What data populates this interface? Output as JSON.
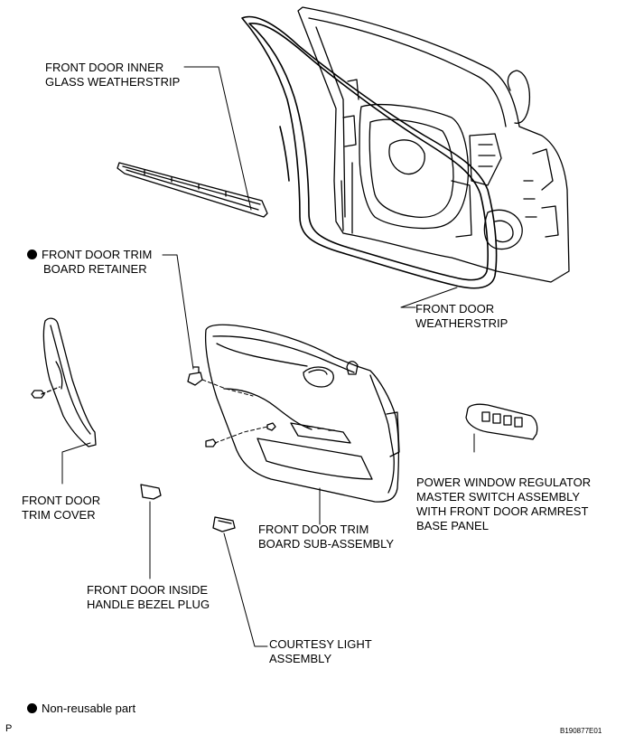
{
  "labels": {
    "inner_glass_weatherstrip": [
      "FRONT DOOR INNER",
      "GLASS WEATHERSTRIP"
    ],
    "trim_board_retainer": [
      "FRONT DOOR TRIM",
      "BOARD RETAINER"
    ],
    "door_weatherstrip": [
      "FRONT DOOR",
      "WEATHERSTRIP"
    ],
    "trim_cover": [
      "FRONT DOOR",
      "TRIM COVER"
    ],
    "power_window_switch": [
      "POWER WINDOW REGULATOR",
      "MASTER SWITCH ASSEMBLY",
      "WITH FRONT DOOR ARMREST",
      "BASE PANEL"
    ],
    "trim_board_sub_assembly": [
      "FRONT DOOR TRIM",
      "BOARD SUB-ASSEMBLY"
    ],
    "inside_handle_bezel_plug": [
      "FRONT DOOR INSIDE",
      "HANDLE BEZEL PLUG"
    ],
    "courtesy_light": [
      "COURTESY LIGHT",
      "ASSEMBLY"
    ]
  },
  "legend": {
    "non_reusable": "Non-reusable part"
  },
  "corner_mark": "P",
  "figure_id": "B190877E01"
}
